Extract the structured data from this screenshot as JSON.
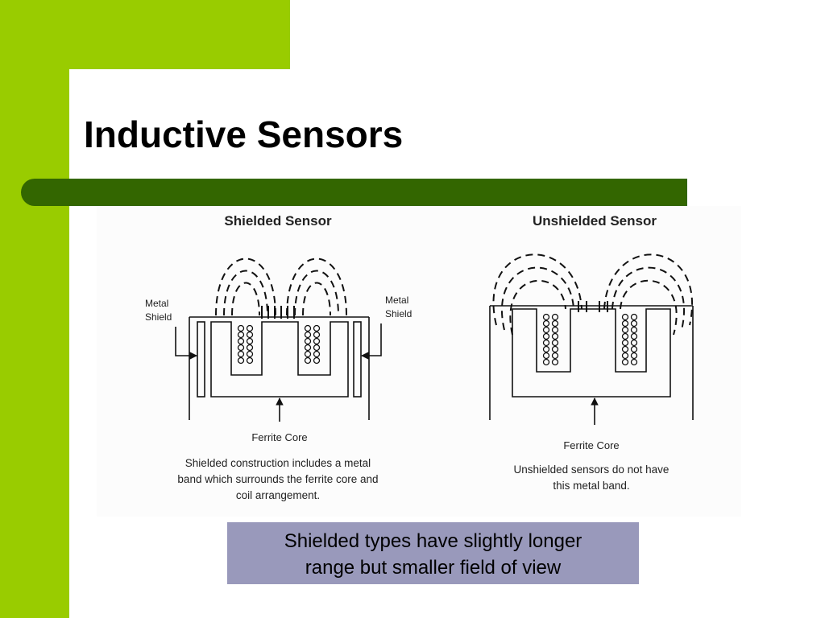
{
  "slide": {
    "title": "Inductive Sensors",
    "colors": {
      "accent_light": "#99cc00",
      "accent_dark": "#336600",
      "caption_bg": "#9999bb"
    }
  },
  "diagram": {
    "shielded": {
      "heading": "Shielded Sensor",
      "shield_label_left": [
        "Metal",
        "Shield"
      ],
      "shield_label_right": [
        "Metal",
        "Shield"
      ],
      "core_label": "Ferrite Core",
      "description": [
        "Shielded construction includes a metal",
        "band which surrounds the ferrite core and",
        "coil arrangement."
      ]
    },
    "unshielded": {
      "heading": "Unshielded Sensor",
      "core_label": "Ferrite Core",
      "description": [
        "Unshielded sensors do not have",
        "this metal band."
      ]
    }
  },
  "caption": {
    "lines": [
      "Shielded types have slightly longer",
      "range but smaller field of view"
    ]
  }
}
